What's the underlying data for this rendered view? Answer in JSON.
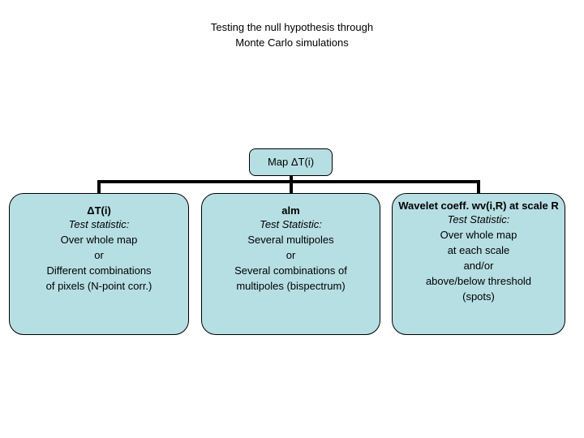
{
  "slide": {
    "title_lines": [
      "Testing the null hypothesis through",
      "Monte Carlo simulations"
    ],
    "background_color": "#ffffff",
    "box_fill_color": "#b6dfe3",
    "box_border_color": "#000000",
    "text_color": "#000000"
  },
  "diagram": {
    "root": {
      "label": "Map ΔT(i)"
    },
    "branches": [
      {
        "header": "ΔT(i)",
        "subtitle": "Test statistic:",
        "lines": [
          "Over whole map",
          "or",
          "Different combinations",
          "of pixels (N-point corr.)"
        ]
      },
      {
        "header": "alm",
        "subtitle": "Test Statistic:",
        "lines": [
          "Several multipoles",
          "or",
          "Several combinations of",
          "multipoles (bispectrum)"
        ]
      },
      {
        "header": "Wavelet coeff. wv(i,R) at scale R",
        "subtitle": "Test Statistic:",
        "lines": [
          "Over whole map",
          "at each scale",
          "and/or",
          "above/below threshold",
          "(spots)"
        ]
      }
    ]
  }
}
